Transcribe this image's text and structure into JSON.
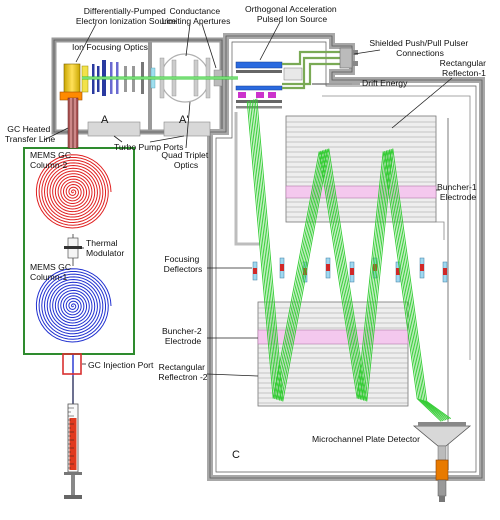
{
  "labels": {
    "ionization_source": [
      "Differentially-Pumped",
      "Electron Ionization Source"
    ],
    "conductance_apertures": [
      "Conductance",
      "Limiting Apertures"
    ],
    "orthogonal_source": [
      "Orthogonal Acceleration",
      "Pulsed Ion Source"
    ],
    "ion_focusing": "Ion Focusing Optics",
    "shielded_pulser": [
      "Shielded Push/Pull Pulser",
      "Connections"
    ],
    "drift_energy": "Drift Energy",
    "reflectron_1": [
      "Rectangular",
      "Reflecton-1"
    ],
    "region_a": "A",
    "region_a_prime": "A'",
    "region_c": "C",
    "gc_transfer_line": [
      "GC Heated",
      "Transfer Line"
    ],
    "turbo_pump_ports": "Turbo Pump Ports",
    "quad_triplet": [
      "Quad Triplet",
      "Optics"
    ],
    "gc_column_2": [
      "MEMS GC",
      "Column-2"
    ],
    "thermal_modulator": [
      "Thermal",
      "Modulator"
    ],
    "gc_column_1": [
      "MEMS GC",
      "Column-1"
    ],
    "buncher_1": [
      "Buncher-1",
      "Electrode"
    ],
    "focusing_deflectors": [
      "Focusing",
      "Deflectors"
    ],
    "buncher_2": [
      "Buncher-2",
      "Electrode"
    ],
    "reflectron_2": [
      "Rectangular",
      "Reflectron -2"
    ],
    "gc_injection_port": "GC Injection Port",
    "mcp_detector": "Microchannel Plate Detector"
  },
  "colors": {
    "ion_beam": "#33cc33",
    "column_2": "#e02020",
    "column_1": "#2030d0",
    "gc_frame": "#2e8b2e",
    "buncher": "#f4c8ee",
    "reflectron_plate": "#dcdcdc",
    "chamber_wall": "#cfcfcf"
  }
}
